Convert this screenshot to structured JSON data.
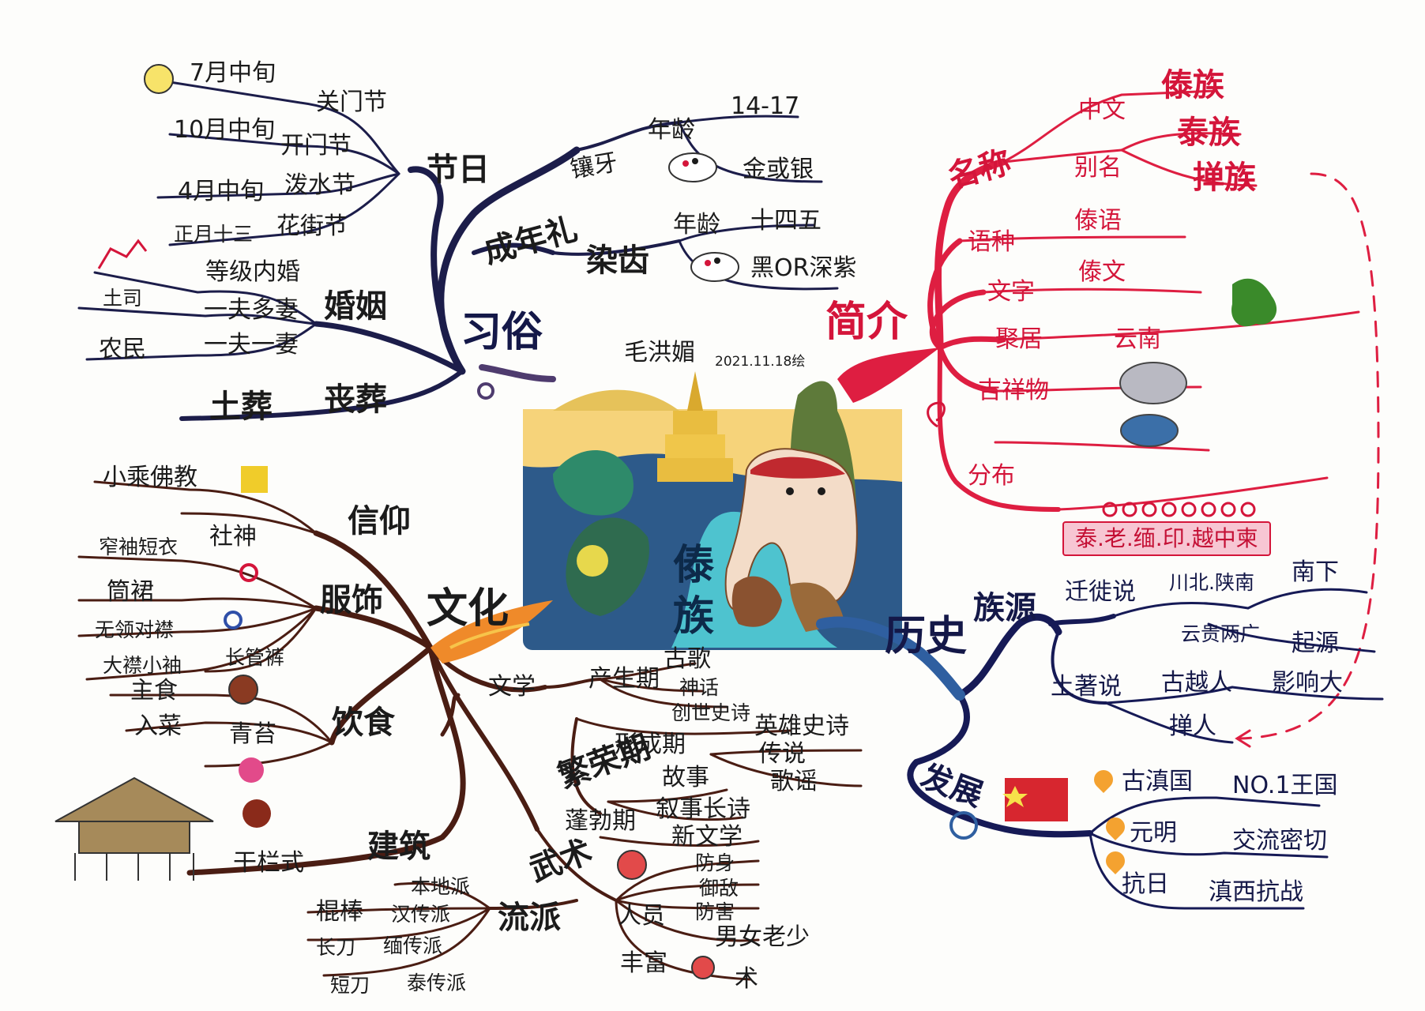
{
  "center": {
    "line1": "傣",
    "line2": "族",
    "author": "毛洪媚",
    "date": "2021.11.18绘"
  },
  "colors": {
    "custom": "#1c1d4a",
    "intro": "#de1e41",
    "history": "#161a56",
    "culture": "#4a1d13",
    "center_river": "#4ec3cf"
  },
  "custom": {
    "title": "习俗",
    "festival": {
      "label": "节日",
      "items": [
        {
          "name": "关门节",
          "date": "7月中旬"
        },
        {
          "name": "开门节",
          "date": "10月中旬"
        },
        {
          "name": "泼水节",
          "date": "4月中旬"
        },
        {
          "name": "花街节",
          "date": "正月十三"
        }
      ]
    },
    "marriage": {
      "label": "婚姻",
      "rule": "等级内婚",
      "classes": [
        {
          "who": "土司",
          "form": "一夫多妻"
        },
        {
          "who": "农民",
          "form": "一夫一妻"
        }
      ]
    },
    "funeral": {
      "label": "丧葬",
      "form": "土葬"
    },
    "coming_of_age": {
      "label": "成年礼",
      "teeth_inlay": {
        "label": "镶牙",
        "age_label": "年龄",
        "age": "14-17",
        "material": "金或银"
      },
      "teeth_dye": {
        "label": "染齿",
        "age_label": "年龄",
        "age": "十四五",
        "material": "黑OR深紫"
      }
    }
  },
  "intro": {
    "title": "简介",
    "name": {
      "label": "名称",
      "chinese_label": "中文",
      "chinese": "傣族",
      "alias_label": "别名",
      "aliases": [
        "泰族",
        "掸族"
      ]
    },
    "language": {
      "label": "语种",
      "value": "傣语"
    },
    "script": {
      "label": "文字",
      "value": "傣文"
    },
    "settlement": {
      "label": "聚居",
      "value": "云南"
    },
    "mascot": {
      "label": "吉祥物"
    },
    "distribution": {
      "label": "分布",
      "value": "泰.老.缅.印.越中柬"
    }
  },
  "history": {
    "title": "历史",
    "origin": {
      "label": "族源",
      "migration": {
        "label": "迁徙说",
        "from": "川北.陕南",
        "dir": "南下",
        "place": "云贵两广",
        "result": "起源"
      },
      "native": {
        "label": "土著说",
        "ancestor": "古越人",
        "impact": "影响大",
        "linked": "掸人"
      }
    },
    "development": {
      "label": "发展",
      "stages": [
        {
          "era": "古滇国",
          "note": "NO.1王国"
        },
        {
          "era": "元明",
          "note": "交流密切"
        },
        {
          "era": "抗日",
          "note": "滇西抗战"
        }
      ]
    }
  },
  "culture": {
    "title": "文化",
    "belief": {
      "label": "信仰",
      "items": [
        "小乘佛教",
        "社神"
      ]
    },
    "clothing": {
      "label": "服饰",
      "female": [
        "窄袖短衣",
        "筒裙"
      ],
      "male": [
        "无领对襟",
        "大襟小袖",
        "长管裤"
      ]
    },
    "food": {
      "label": "饮食",
      "items": [
        {
          "k": "主食",
          "v": ""
        },
        {
          "k": "入菜",
          "v": "青苔"
        }
      ]
    },
    "architecture": {
      "label": "建筑",
      "style": "干栏式"
    },
    "literature": {
      "label": "文学",
      "periods": [
        {
          "name": "产生期",
          "items": [
            "古歌",
            "神话",
            "创世史诗"
          ]
        },
        {
          "name": "形成期",
          "items": [
            "英雄史诗",
            "传说",
            "歌谣"
          ]
        },
        {
          "name": "繁荣期",
          "items": [
            "故事",
            "叙事长诗"
          ]
        },
        {
          "name": "蓬勃期",
          "items": [
            "新文学"
          ]
        }
      ]
    },
    "martial": {
      "label": "武术",
      "schools": {
        "label": "流派",
        "items": [
          "本地派",
          "汉传派",
          "缅传派",
          "泰传派"
        ],
        "weapons": [
          "棍棒",
          "长刀",
          "短刀"
        ]
      },
      "people": {
        "label": "人员",
        "uses": [
          "防身",
          "御敌",
          "防害"
        ],
        "who": "男女老少"
      },
      "rich": {
        "label": "丰富",
        "value": "术"
      }
    }
  }
}
